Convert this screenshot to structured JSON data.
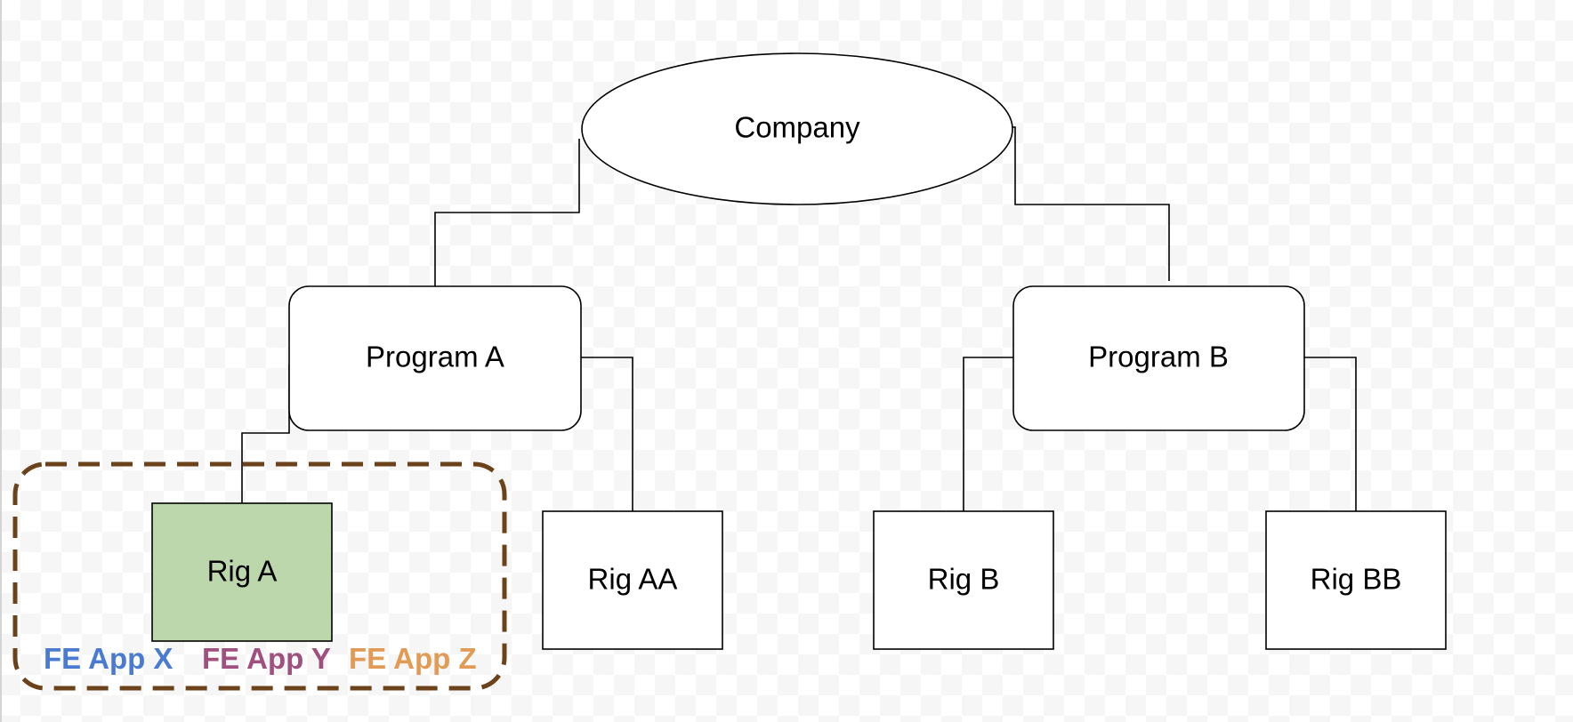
{
  "diagram": {
    "root": {
      "label": "Company"
    },
    "programs": [
      {
        "label": "Program A"
      },
      {
        "label": "Program B"
      }
    ],
    "rigs": [
      {
        "label": "Rig A",
        "fill": "#bcd7ab",
        "highlighted": true
      },
      {
        "label": "Rig AA",
        "fill": "#ffffff",
        "highlighted": false
      },
      {
        "label": "Rig B",
        "fill": "#ffffff",
        "highlighted": false
      },
      {
        "label": "Rig BB",
        "fill": "#ffffff",
        "highlighted": false
      }
    ],
    "group": {
      "border_color": "#6b4219",
      "apps": [
        {
          "label": "FE App X",
          "color": "#4a7bd1"
        },
        {
          "label": "FE App Y",
          "color": "#a0507e"
        },
        {
          "label": "FE App Z",
          "color": "#e29b55"
        }
      ]
    }
  }
}
